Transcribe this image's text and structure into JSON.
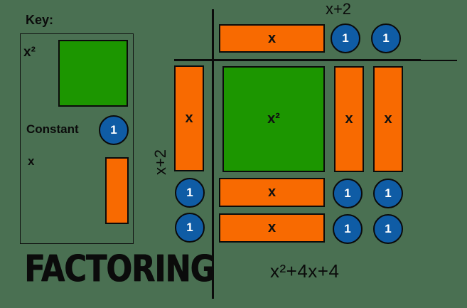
{
  "colors": {
    "background": "#4A7052",
    "green": "#1C9600",
    "orange": "#F86A01",
    "blue": "#0F5CA5",
    "line": "#0B0B0B"
  },
  "key": {
    "title": "Key:",
    "x2_label": "x²",
    "constant_label": "Constant",
    "constant_value": "1",
    "x_label": "x"
  },
  "heading": "FACTORING",
  "diagram": {
    "top_factor": "x+2",
    "left_factor": "x+2",
    "expression": "x²+4x+4",
    "top_row": {
      "x_tile": "x",
      "unit1": "1",
      "unit2": "1"
    },
    "left_col": {
      "x_tile": "x",
      "unit1": "1",
      "unit2": "1"
    },
    "grid": {
      "x2_tile": "x²",
      "x_col1": "x",
      "x_col2": "x",
      "x_row1": "x",
      "x_row2": "x",
      "units": [
        "1",
        "1",
        "1",
        "1"
      ]
    }
  }
}
